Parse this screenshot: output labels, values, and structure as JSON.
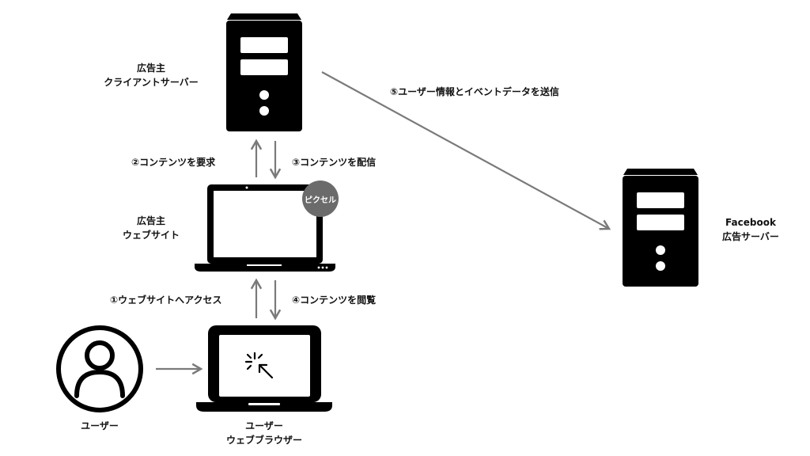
{
  "nodes": {
    "client_server": {
      "line1": "広告主",
      "line2": "クライアントサーバー"
    },
    "website": {
      "line1": "広告主",
      "line2": "ウェブサイト"
    },
    "pixel_badge": "ピクセル",
    "facebook_server": {
      "line1": "Facebook",
      "line2": "広告サーバー"
    },
    "user": {
      "line1": "ユーザー"
    },
    "browser": {
      "line1": "ユーザー",
      "line2": "ウェブブラウザー"
    }
  },
  "steps": {
    "step1": "①ウェブサイトへアクセス",
    "step2": "②コンテンツを要求",
    "step3": "③コンテンツを配信",
    "step4": "④コンテンツを閲覧",
    "step5": "⑤ユーザー情報とイベントデータを送信"
  },
  "colors": {
    "device": "#000000",
    "arrow": "#7a7a7a",
    "badge": "#6b6b6b",
    "background": "#ffffff"
  },
  "icons": {
    "server": "server-tower-icon",
    "laptop": "laptop-icon",
    "user": "user-avatar-icon",
    "cursor": "click-cursor-icon"
  }
}
